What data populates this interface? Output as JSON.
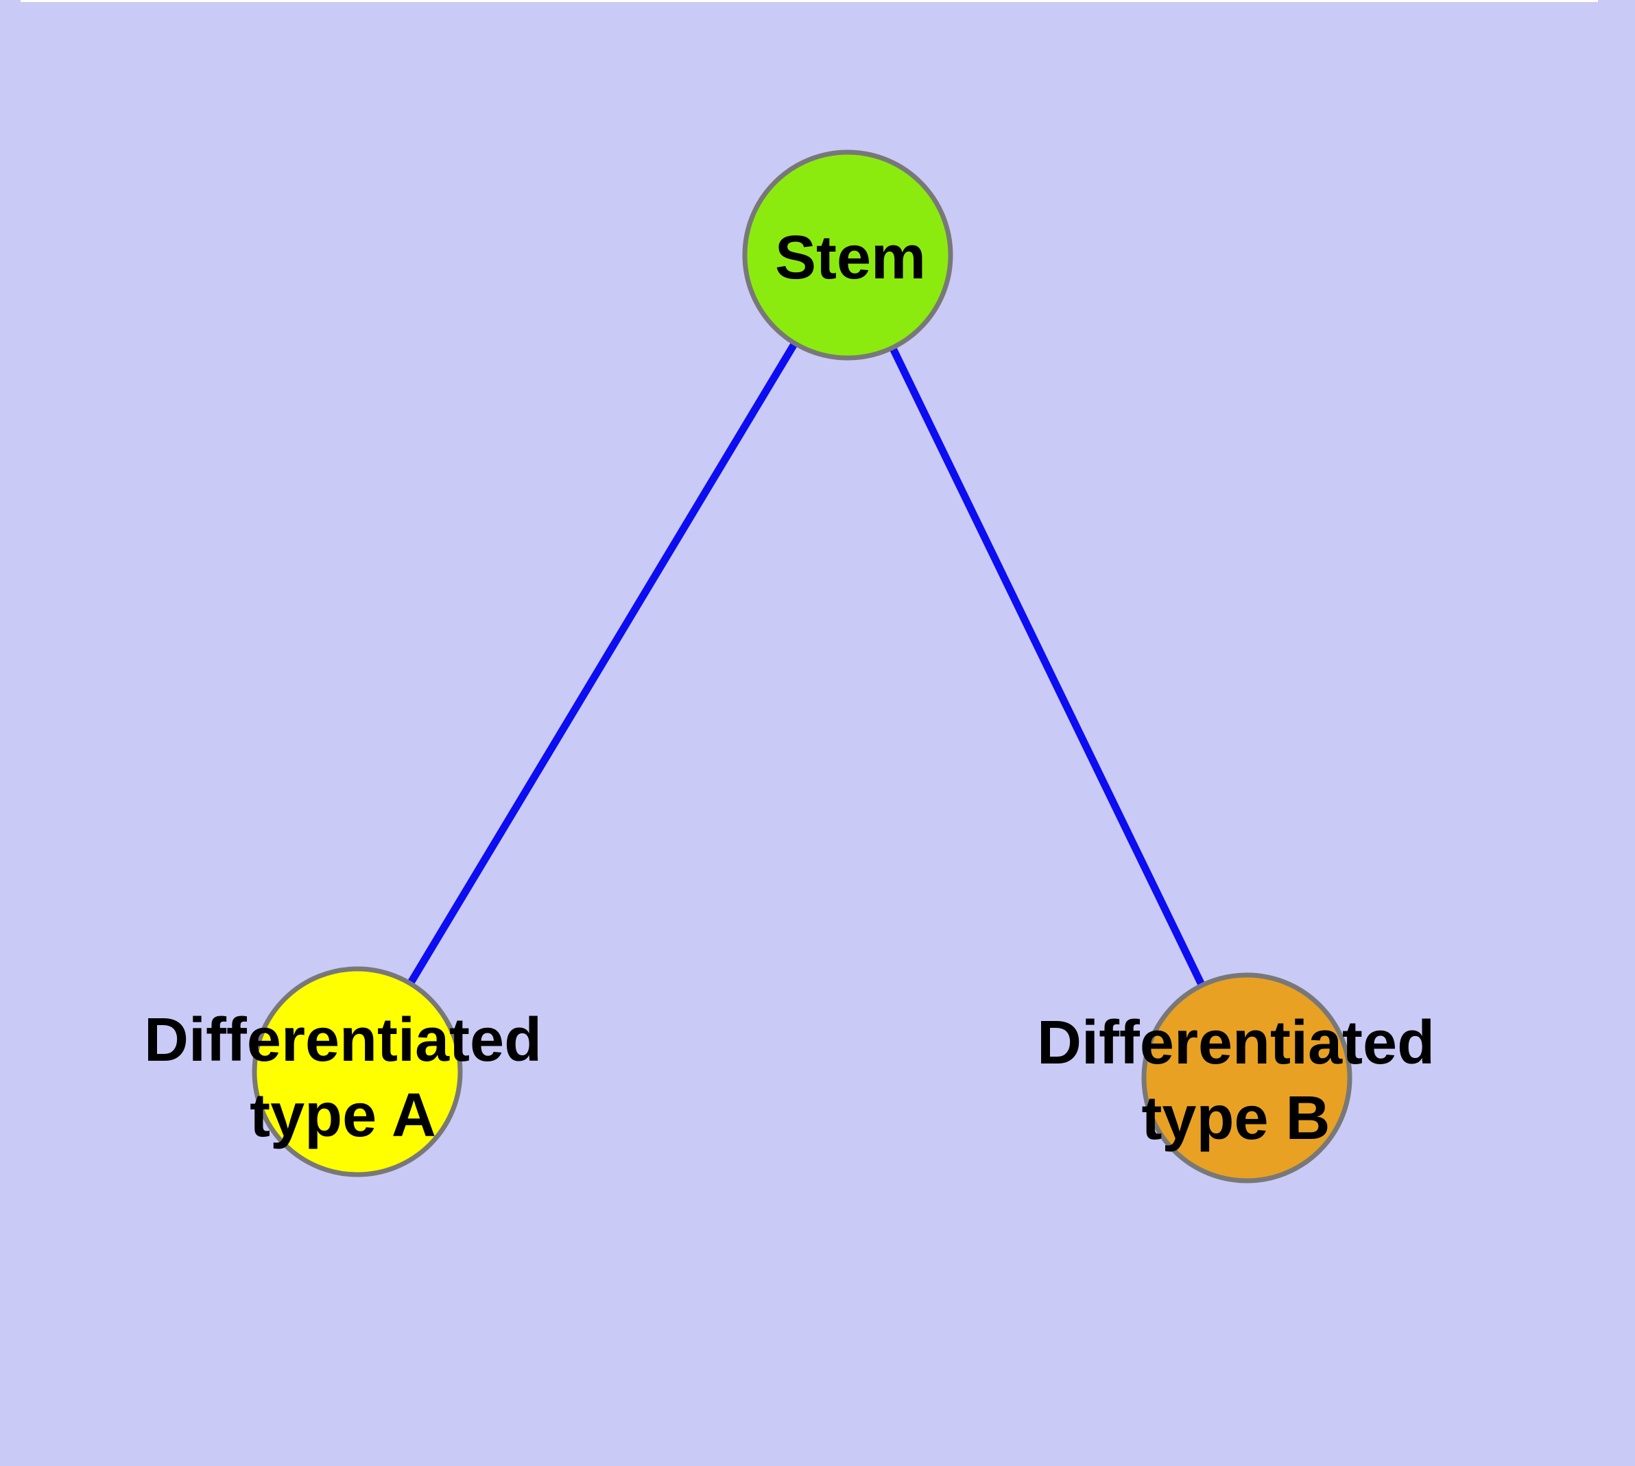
{
  "diagram": {
    "type": "node-link-graph",
    "description": "Cell differentiation diagram: a stem node connected to two differentiated cell type nodes",
    "nodes": [
      {
        "id": "stem",
        "label": "Stem",
        "fill": "#8CEB0E"
      },
      {
        "id": "differentiated-type-a",
        "label": "Differentiated\ntype A",
        "fill": "#FFFF00"
      },
      {
        "id": "differentiated-type-b",
        "label": "Differentiated\ntype B",
        "fill": "#E8A122"
      }
    ],
    "edges": [
      {
        "from": "stem",
        "to": "differentiated-type-a"
      },
      {
        "from": "stem",
        "to": "differentiated-type-b"
      }
    ]
  },
  "colors": {
    "background": "#CACAF7",
    "top_margin_strip": "#FFFFFF",
    "edge": "#0D0DF2",
    "node_border": "#787878",
    "label_text": "#000000"
  }
}
